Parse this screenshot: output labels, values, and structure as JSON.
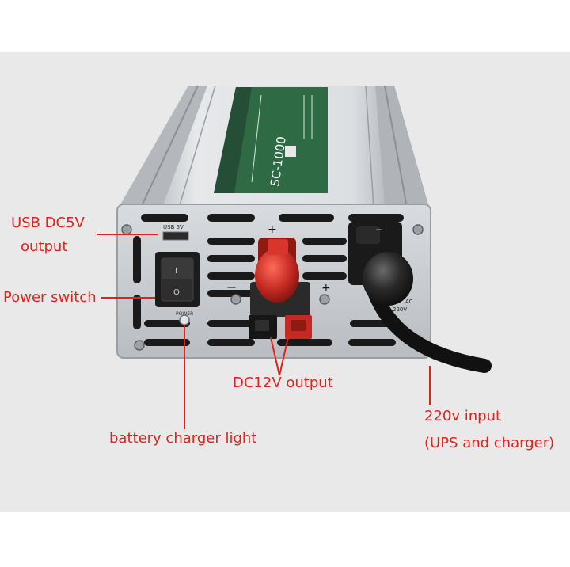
{
  "photo": {
    "background_color": "#e9e9e9",
    "model_label": "SC-1000",
    "usb_port_label": "USB  5V",
    "power_led_label": "POWER",
    "ac_label_1": "AC",
    "ac_label_2": "220V",
    "plus_sign": "+",
    "minus_sign": "−",
    "switch_on_symbol": "I",
    "switch_off_symbol": "O"
  },
  "callouts": {
    "usb_line1": "USB DC5V",
    "usb_line2": "output",
    "power_switch": "Power switch",
    "battery_light": "battery charger light",
    "dc12v": "DC12V output",
    "ac_input_line1": "220v input",
    "ac_input_line2": "(UPS and charger)"
  },
  "colors": {
    "annotation": "#e0231c",
    "casing": "#c9ccd0",
    "label_green": "#2e6b45",
    "terminal_red": "#c42a22",
    "terminal_black": "#1e1e1e"
  }
}
